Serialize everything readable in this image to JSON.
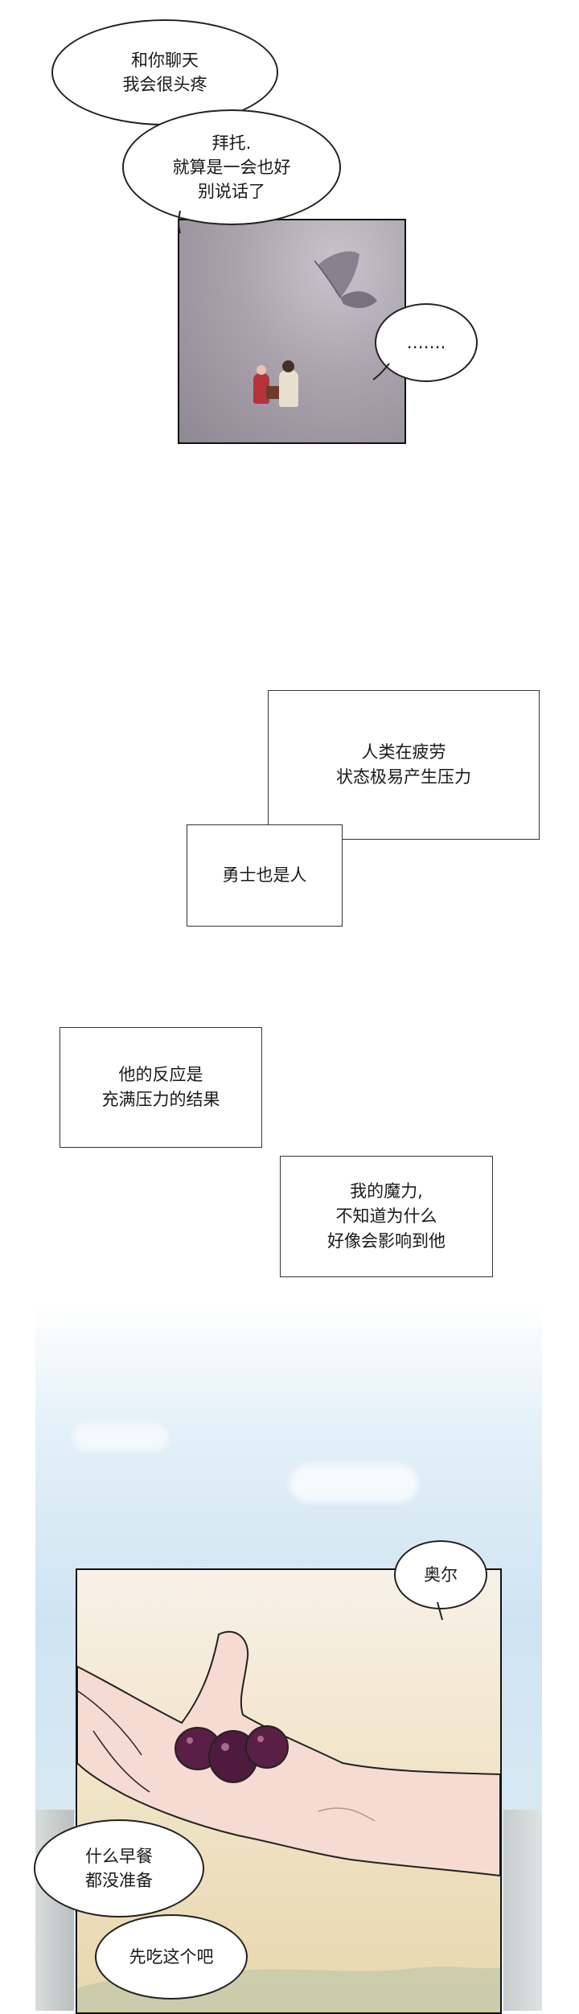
{
  "bubbles": {
    "top_1": "和你聊天\n我会很头疼",
    "top_2": "拜托.\n就算是一会也好\n别说话了",
    "ellipsis": "……."
  },
  "narration": {
    "box_1": "人类在疲劳\n状态极易产生压力",
    "box_2": "勇士也是人",
    "box_3": "他的反应是\n充满压力的结果",
    "box_4": "我的魔力,\n不知道为什么\n好像会影响到他"
  },
  "bottom": {
    "name": "奥尔",
    "line_1": "什么早餐\n都没准备",
    "line_2": "先吃这个吧"
  },
  "colors": {
    "sky_top": "#ffffff",
    "sky_blue": "#cfe4f2",
    "sand": "#e8d7ad",
    "berry": "#5a1f45",
    "skin": "#f4d7cf"
  }
}
